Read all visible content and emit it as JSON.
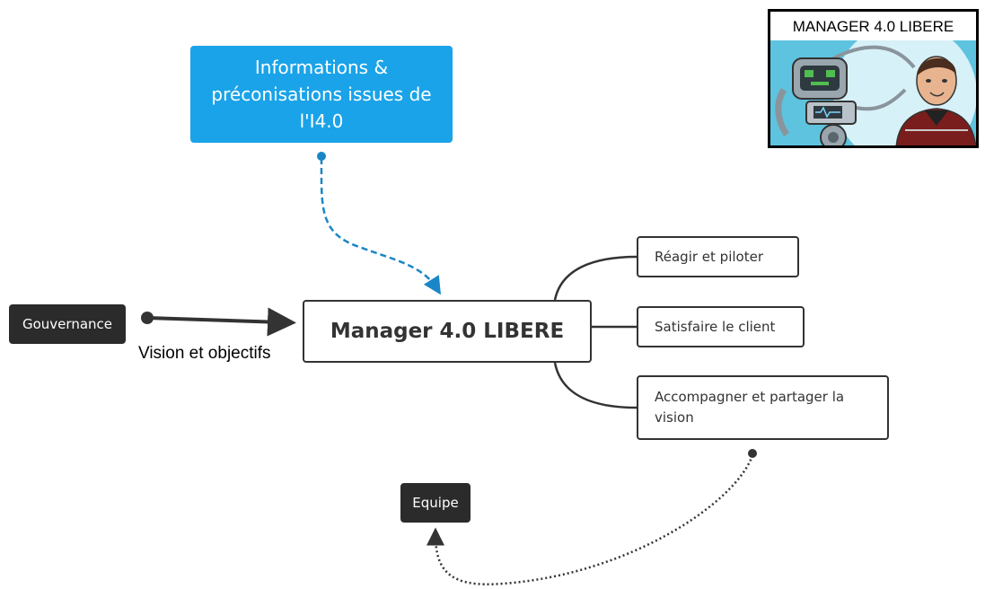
{
  "diagram": {
    "info_box": {
      "lines": [
        "Informations &",
        "préconisations issues de",
        "l'I4.0"
      ]
    },
    "gouvernance": {
      "label": "Gouvernance"
    },
    "edge_label": "Vision et objectifs",
    "center": {
      "label": "Manager 4.0 LIBERE"
    },
    "topics": [
      {
        "label": "Réagir et piloter"
      },
      {
        "label": "Satisfaire le client"
      },
      {
        "label": "Accompagner et partager la vision"
      }
    ],
    "equipe": {
      "label": "Equipe"
    },
    "badge": {
      "title": "MANAGER 4.0 LIBERE"
    }
  },
  "colors": {
    "info_blue": "#1aa3e8",
    "dark_node": "#2b2b2b",
    "border": "#333333",
    "dashed_link": "#1a86c7",
    "dotted_link": "#333333"
  }
}
